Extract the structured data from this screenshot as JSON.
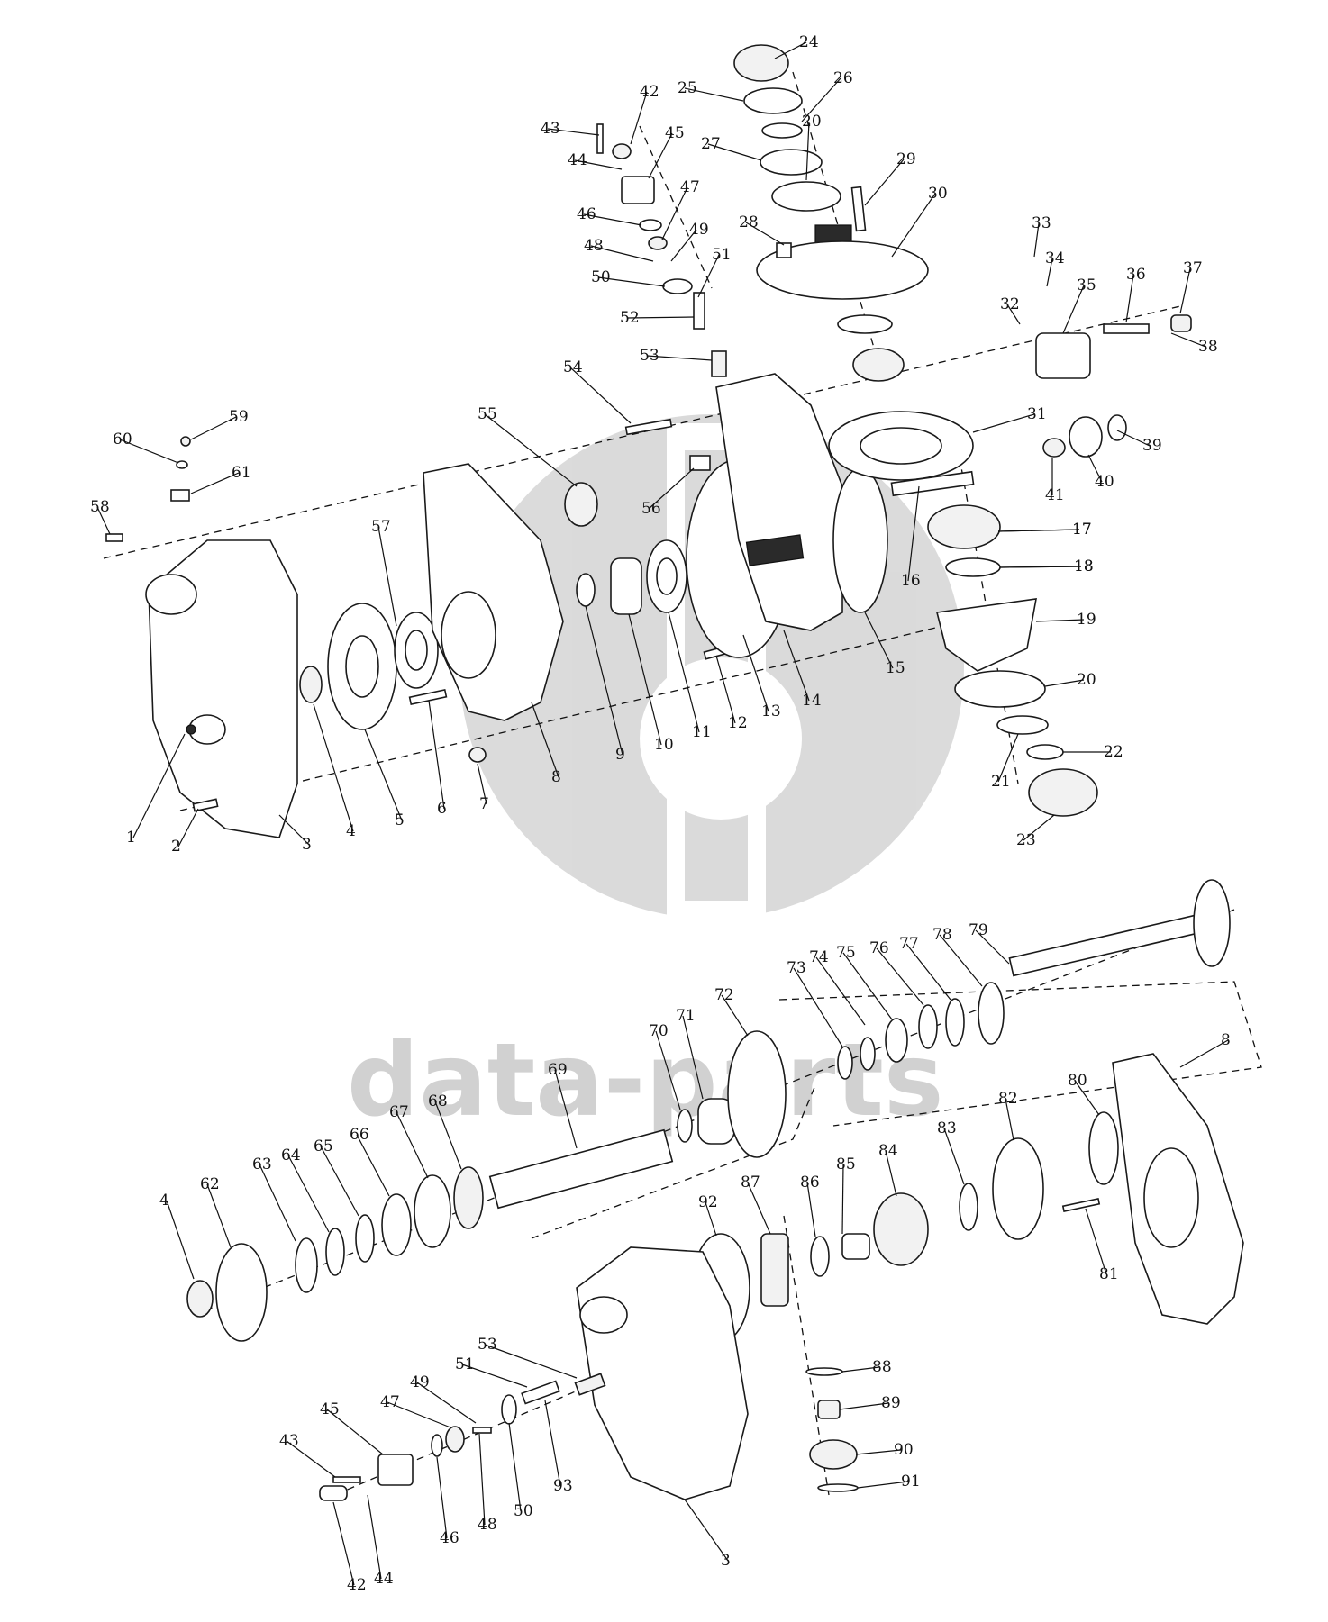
{
  "watermark": {
    "brand_text": "data-parts",
    "color": "#c9c9c9"
  },
  "callouts": [
    {
      "n": "1",
      "label": "1"
    },
    {
      "n": "2",
      "label": "2"
    },
    {
      "n": "3",
      "label": "3"
    },
    {
      "n": "4",
      "label": "4"
    },
    {
      "n": "5",
      "label": "5"
    },
    {
      "n": "6",
      "label": "6"
    },
    {
      "n": "7",
      "label": "7"
    },
    {
      "n": "8",
      "label": "8"
    },
    {
      "n": "9",
      "label": "9"
    },
    {
      "n": "10",
      "label": "10"
    },
    {
      "n": "11",
      "label": "11"
    },
    {
      "n": "12",
      "label": "12"
    },
    {
      "n": "13",
      "label": "13"
    },
    {
      "n": "14",
      "label": "14"
    },
    {
      "n": "15",
      "label": "15"
    },
    {
      "n": "16",
      "label": "16"
    },
    {
      "n": "17",
      "label": "17"
    },
    {
      "n": "18",
      "label": "18"
    },
    {
      "n": "19",
      "label": "19"
    },
    {
      "n": "20",
      "label": "20"
    },
    {
      "n": "21",
      "label": "21"
    },
    {
      "n": "22",
      "label": "22"
    },
    {
      "n": "23",
      "label": "23"
    },
    {
      "n": "24",
      "label": "24"
    },
    {
      "n": "25",
      "label": "25"
    },
    {
      "n": "26",
      "label": "26"
    },
    {
      "n": "27",
      "label": "27"
    },
    {
      "n": "28",
      "label": "28"
    },
    {
      "n": "29",
      "label": "29"
    },
    {
      "n": "30",
      "label": "30"
    },
    {
      "n": "31",
      "label": "31"
    },
    {
      "n": "32",
      "label": "32"
    },
    {
      "n": "33",
      "label": "33"
    },
    {
      "n": "34",
      "label": "34"
    },
    {
      "n": "35",
      "label": "35"
    },
    {
      "n": "36",
      "label": "36"
    },
    {
      "n": "37",
      "label": "37"
    },
    {
      "n": "38",
      "label": "38"
    },
    {
      "n": "39",
      "label": "39"
    },
    {
      "n": "40",
      "label": "40"
    },
    {
      "n": "41",
      "label": "41"
    },
    {
      "n": "42",
      "label": "42"
    },
    {
      "n": "43",
      "label": "43"
    },
    {
      "n": "44",
      "label": "44"
    },
    {
      "n": "45",
      "label": "45"
    },
    {
      "n": "46",
      "label": "46"
    },
    {
      "n": "47",
      "label": "47"
    },
    {
      "n": "48",
      "label": "48"
    },
    {
      "n": "49",
      "label": "49"
    },
    {
      "n": "50",
      "label": "50"
    },
    {
      "n": "51",
      "label": "51"
    },
    {
      "n": "52",
      "label": "52"
    },
    {
      "n": "53",
      "label": "53"
    },
    {
      "n": "54",
      "label": "54"
    },
    {
      "n": "55",
      "label": "55"
    },
    {
      "n": "56",
      "label": "56"
    },
    {
      "n": "57",
      "label": "57"
    },
    {
      "n": "58",
      "label": "58"
    },
    {
      "n": "59",
      "label": "59"
    },
    {
      "n": "60",
      "label": "60"
    },
    {
      "n": "61",
      "label": "61"
    },
    {
      "n": "62",
      "label": "62"
    },
    {
      "n": "63",
      "label": "63"
    },
    {
      "n": "64",
      "label": "64"
    },
    {
      "n": "65",
      "label": "65"
    },
    {
      "n": "66",
      "label": "66"
    },
    {
      "n": "67",
      "label": "67"
    },
    {
      "n": "68",
      "label": "68"
    },
    {
      "n": "69",
      "label": "69"
    },
    {
      "n": "70",
      "label": "70"
    },
    {
      "n": "71",
      "label": "71"
    },
    {
      "n": "72",
      "label": "72"
    },
    {
      "n": "73",
      "label": "73"
    },
    {
      "n": "74",
      "label": "74"
    },
    {
      "n": "75",
      "label": "75"
    },
    {
      "n": "76",
      "label": "76"
    },
    {
      "n": "77",
      "label": "77"
    },
    {
      "n": "78",
      "label": "78"
    },
    {
      "n": "79",
      "label": "79"
    },
    {
      "n": "80",
      "label": "80"
    },
    {
      "n": "81",
      "label": "81"
    },
    {
      "n": "82",
      "label": "82"
    },
    {
      "n": "83",
      "label": "83"
    },
    {
      "n": "84",
      "label": "84"
    },
    {
      "n": "85",
      "label": "85"
    },
    {
      "n": "86",
      "label": "86"
    },
    {
      "n": "87",
      "label": "87"
    },
    {
      "n": "88",
      "label": "88"
    },
    {
      "n": "89",
      "label": "89"
    },
    {
      "n": "90",
      "label": "90"
    },
    {
      "n": "91",
      "label": "91"
    },
    {
      "n": "92",
      "label": "92"
    },
    {
      "n": "93",
      "label": "93"
    },
    {
      "n": "8b",
      "label": "8"
    },
    {
      "n": "3b",
      "label": "3"
    },
    {
      "n": "4b",
      "label": "4"
    },
    {
      "n": "17b",
      "label": "17"
    },
    {
      "n": "18b",
      "label": "18"
    },
    {
      "n": "20b",
      "label": "20"
    },
    {
      "n": "42b",
      "label": "42"
    },
    {
      "n": "43b",
      "label": "43"
    },
    {
      "n": "44b",
      "label": "44"
    },
    {
      "n": "45b",
      "label": "45"
    },
    {
      "n": "46b",
      "label": "46"
    },
    {
      "n": "47b",
      "label": "47"
    },
    {
      "n": "48b",
      "label": "48"
    },
    {
      "n": "49b",
      "label": "49"
    },
    {
      "n": "50b",
      "label": "50"
    },
    {
      "n": "51b",
      "label": "51"
    },
    {
      "n": "53b",
      "label": "53"
    }
  ]
}
